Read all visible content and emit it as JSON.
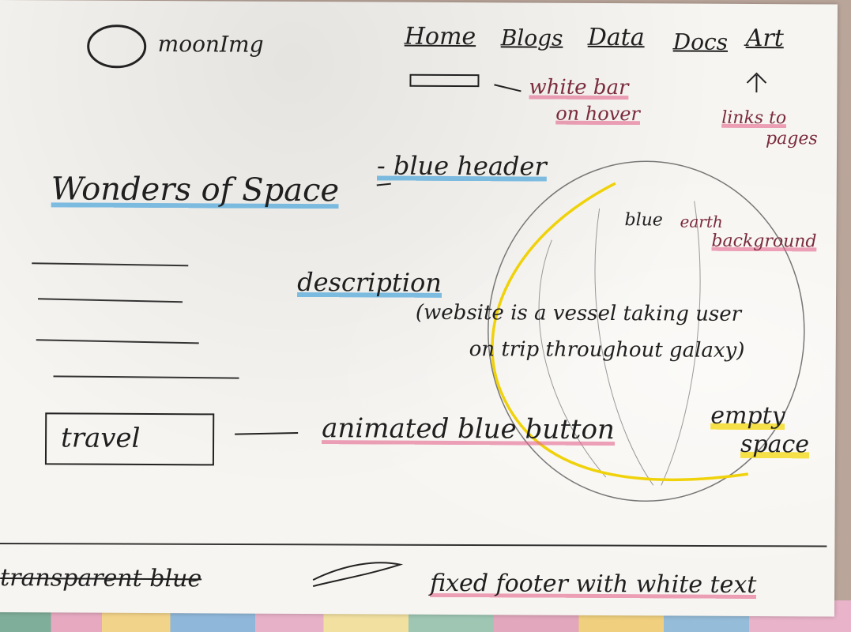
{
  "logo": {
    "text": "moonImg"
  },
  "nav": {
    "links": [
      "Home",
      "Blogs",
      "Data",
      "Docs",
      "Art"
    ]
  },
  "notes": {
    "white_bar": [
      "white bar",
      "on hover"
    ],
    "links_to_pages": [
      "links to",
      "pages"
    ],
    "blue_header": "- blue header",
    "blue_earth": [
      "blue",
      "earth",
      "background"
    ],
    "description": "description",
    "website_note": [
      "(website is a vessel taking user",
      "on trip throughout galaxy)"
    ],
    "animated_button": "animated blue button",
    "empty_space": [
      "empty",
      "space"
    ],
    "transparent_blue": "transparent blue",
    "fixed_footer": "fixed footer with white text"
  },
  "hero": {
    "title": "Wonders of Space",
    "button_label": "travel"
  },
  "colors": {
    "blue": "#56aadc",
    "pink": "#e2648c",
    "yellow": "#f5dc28"
  }
}
